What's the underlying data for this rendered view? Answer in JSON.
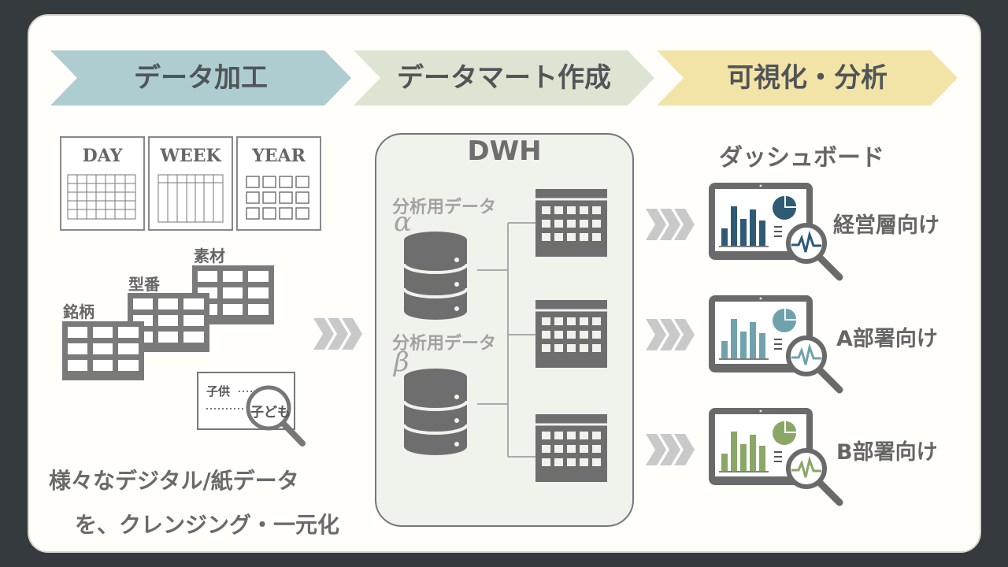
{
  "steps": [
    {
      "label": "データ加工",
      "color": "#aecdd1"
    },
    {
      "label": "データマート作成",
      "color": "#dde4d2"
    },
    {
      "label": "可視化・分析",
      "color": "#f2e3a7"
    }
  ],
  "calendars": {
    "day": "DAY",
    "week": "WEEK",
    "year": "YEAR"
  },
  "tables": {
    "material": "素材",
    "model_number": "型番",
    "brand": "銘柄"
  },
  "search_doc": {
    "term_original": "子供",
    "term_normalized": "子ども"
  },
  "caption": {
    "line1": "様々なデジタル/紙データ",
    "line2": "を、クレンジング・一元化"
  },
  "dwh": {
    "title": "DWH",
    "db_alpha": {
      "label": "分析用データ",
      "symbol": "α"
    },
    "db_beta": {
      "label": "分析用データ",
      "symbol": "β"
    }
  },
  "dashboards": {
    "title": "ダッシュボード",
    "items": [
      {
        "label": "経営層向け",
        "color": "#2e5a74"
      },
      {
        "label": "A部署向け",
        "color": "#6fa2ad"
      },
      {
        "label": "B部署向け",
        "color": "#8aa768"
      }
    ]
  },
  "colors": {
    "gray_dark": "#6e6e6e",
    "arrow_gray": "#c9c9c9"
  }
}
